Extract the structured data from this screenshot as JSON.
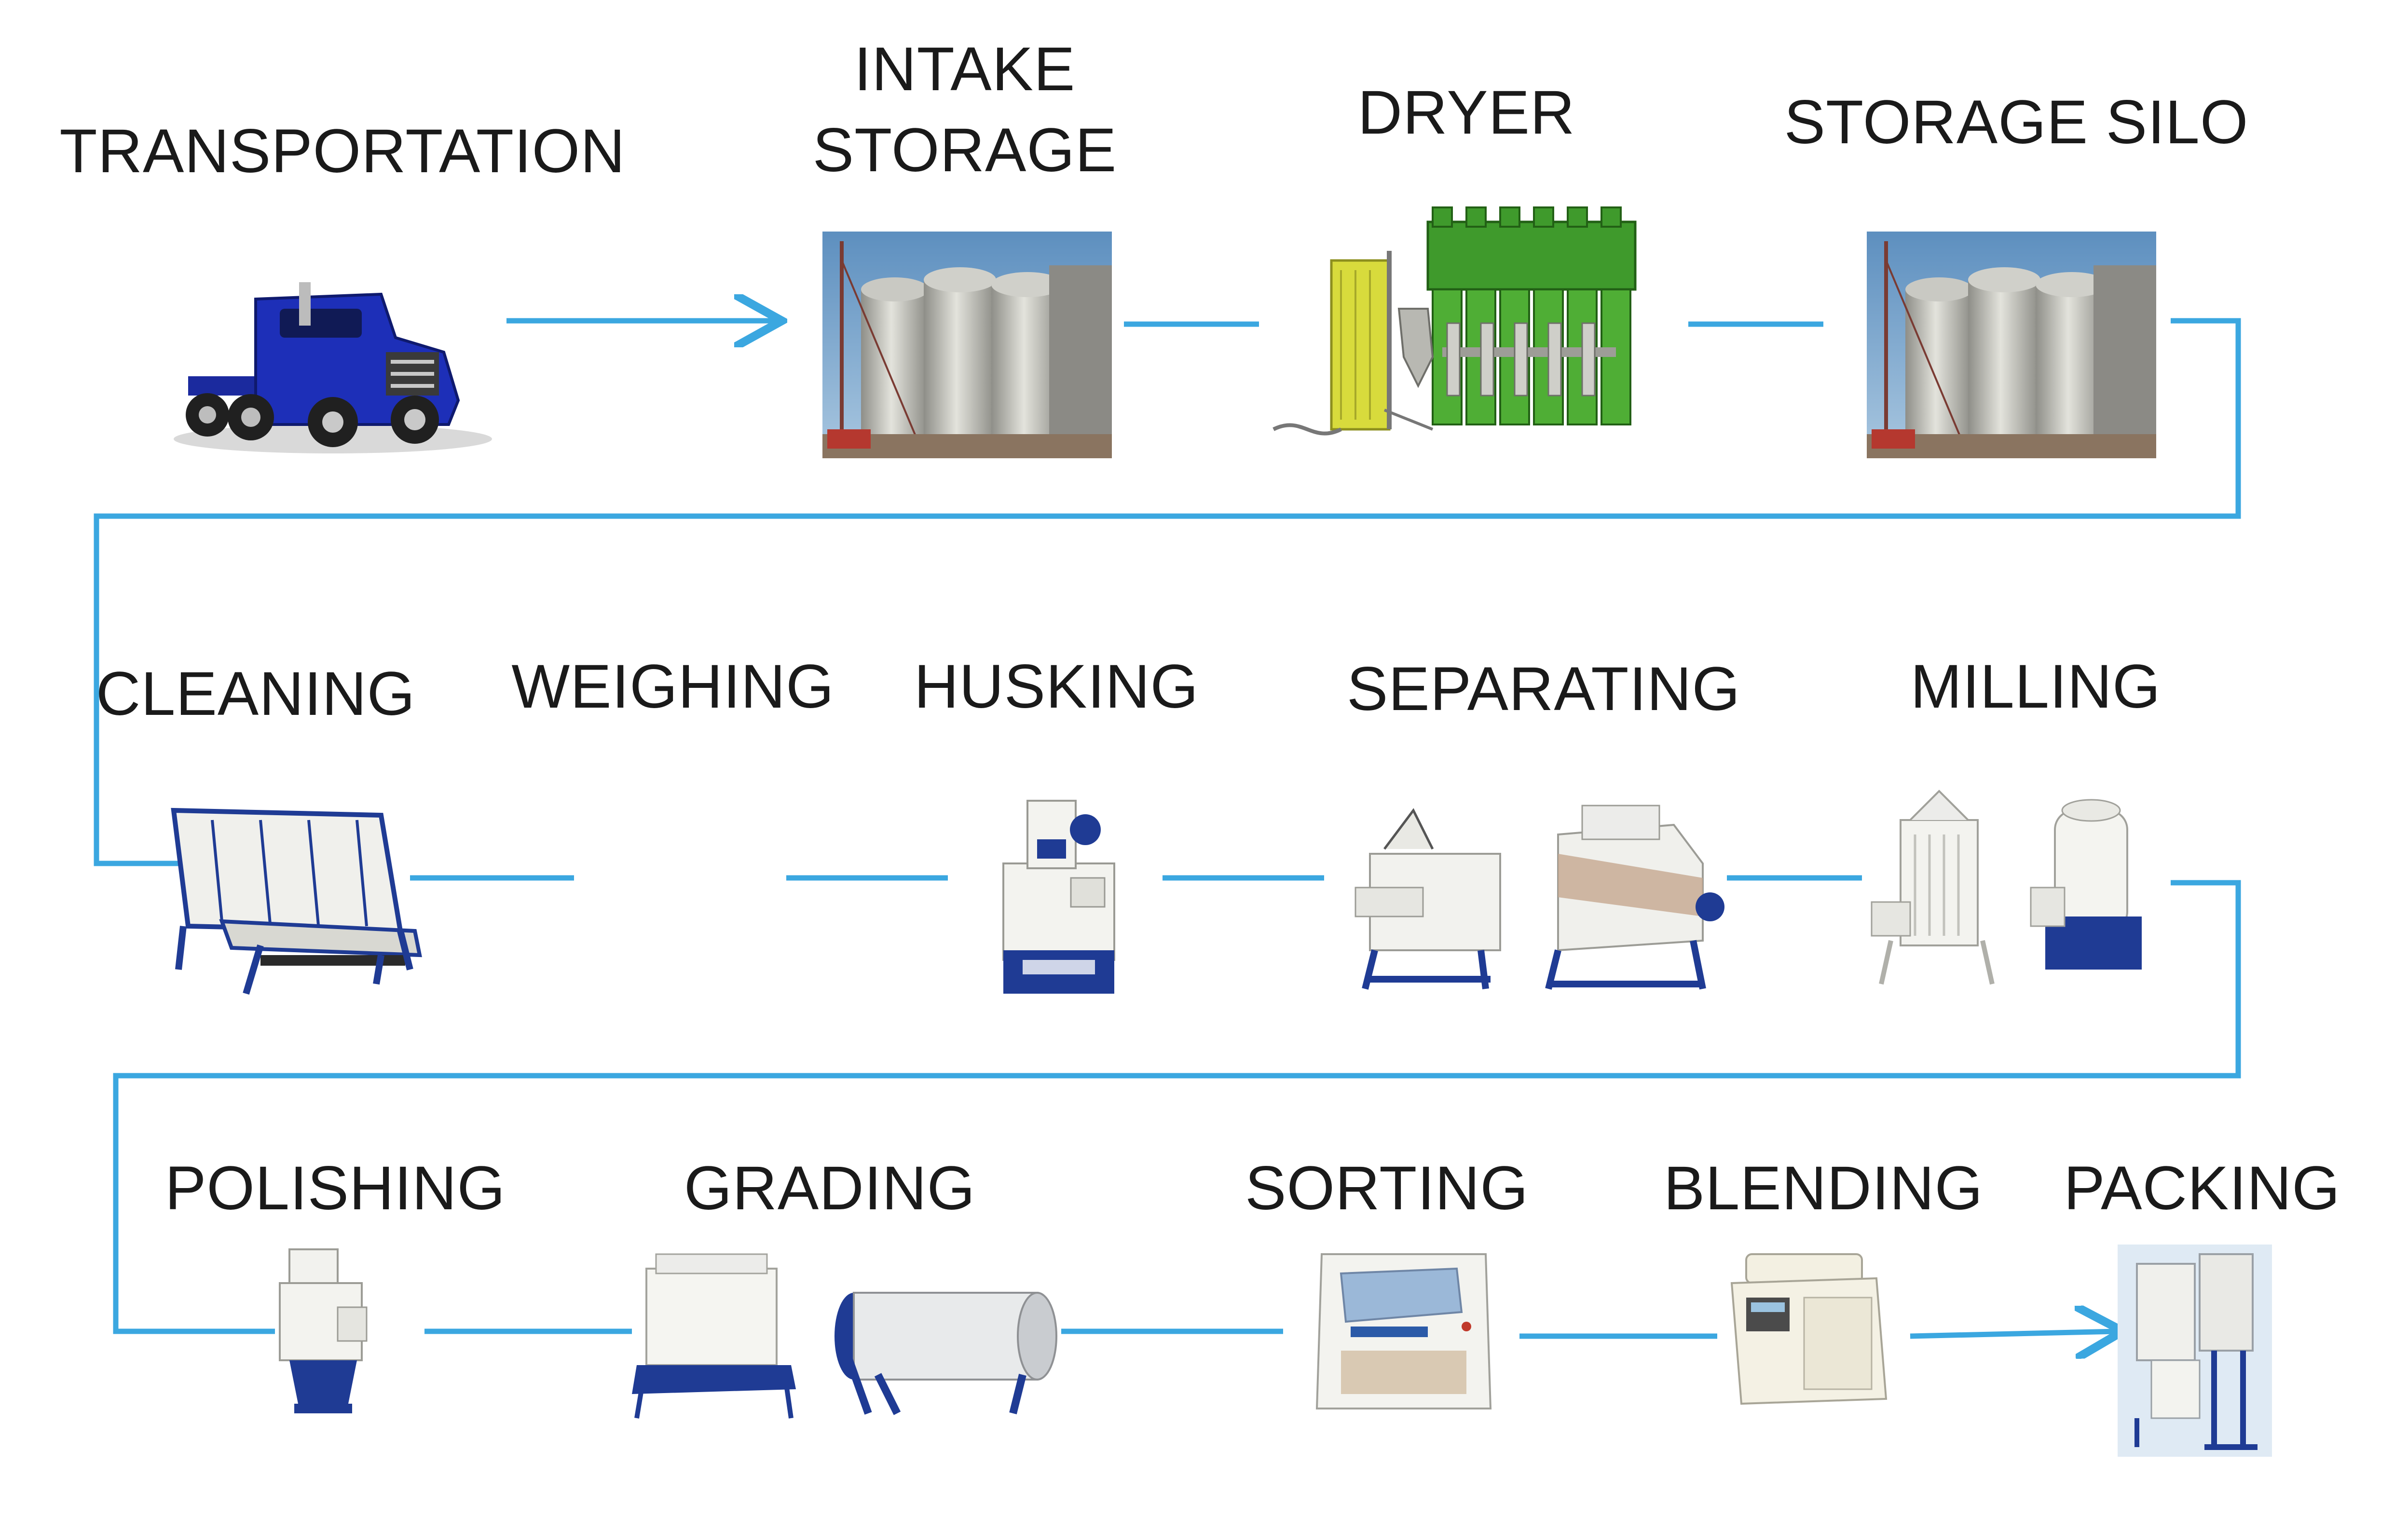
{
  "colors": {
    "line": "#3ba7e0",
    "machine_white": "#f1f1ec",
    "machine_shade": "#c9cbc4",
    "frame_blue": "#1f3b94",
    "truck_blue": "#1d2fb8",
    "dryer_green": "#3f9a2c",
    "dryer_yellow": "#d8db3c",
    "silo_grey": "#b9b9b2",
    "sky": "#6f9fc8"
  },
  "steps": {
    "transportation": "TRANSPORTATION",
    "intake_storage_line1": "INTAKE",
    "intake_storage_line2": "STORAGE",
    "dryer": "DRYER",
    "storage_silo": "STORAGE SILO",
    "cleaning": "CLEANING",
    "weighing": "WEIGHING",
    "husking": "HUSKING",
    "separating": "SEPARATING",
    "milling": "MILLING",
    "polishing": "POLISHING",
    "grading": "GRADING",
    "sorting": "SORTING",
    "blending": "BLENDING",
    "packing": "PACKING"
  },
  "icons": [
    "truck-icon",
    "silo-photo-icon",
    "dryer-icon",
    "elevator-icon",
    "cleaner-icon",
    "husker-icon",
    "separator-icon",
    "mill-icon",
    "polisher-icon",
    "grader-icon",
    "sorter-icon",
    "blender-icon",
    "packer-icon"
  ]
}
